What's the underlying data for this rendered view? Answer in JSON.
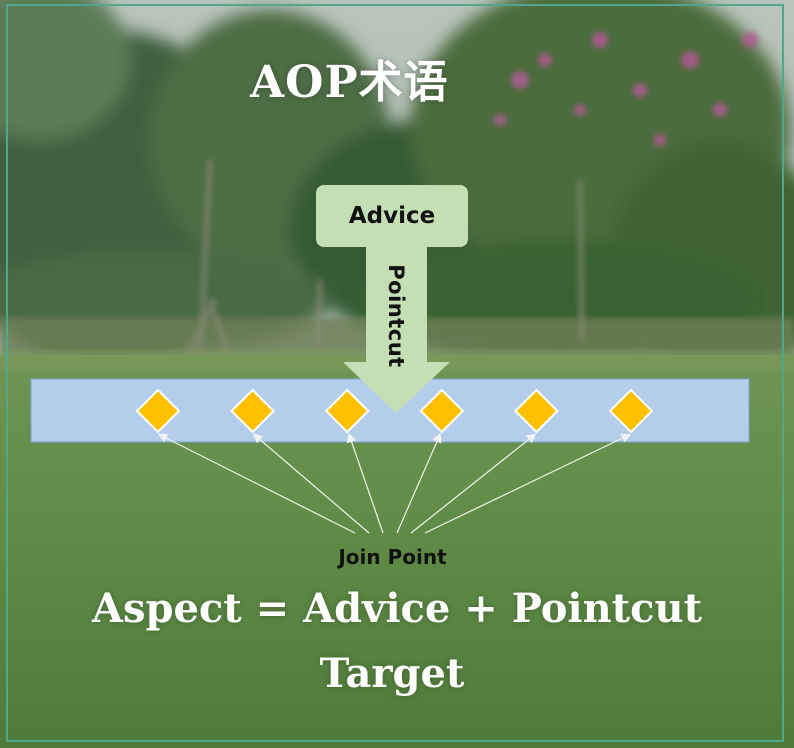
{
  "title": "AOP术语",
  "advice_label": "Advice",
  "pointcut_label": "Pointcut",
  "join_point_label": "Join Point",
  "formula": "Aspect = Advice + Pointcut",
  "target_label": "Target",
  "join_point_count": 6,
  "colors": {
    "frame": "#4fa88b",
    "target_bar": "#b3cdeb",
    "target_bar_border": "#7ea3d6",
    "advice_fill": "#c5dfb4",
    "pointcut_arrow": "#c5dfb4",
    "join_point_diamond": "#ffc000",
    "connector_lines": "#f2f2f2"
  }
}
